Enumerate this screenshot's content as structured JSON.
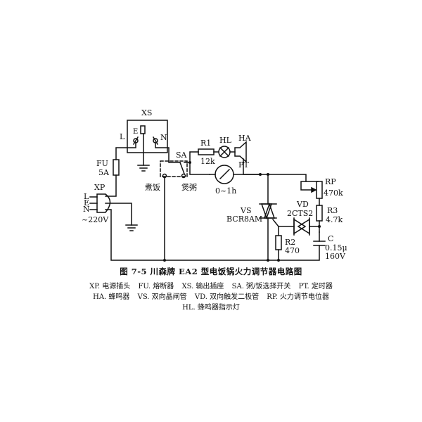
{
  "labels": {
    "xs": "XS",
    "e": "E",
    "l_top": "L",
    "n_top": "N",
    "fu": "FU",
    "fu_rating": "5A",
    "xp": "XP",
    "l_plug": "L",
    "e_plug": "E",
    "n_plug": "N",
    "voltage": "~220V",
    "sa": "SA",
    "cook": "煮饭",
    "stew": "煲粥",
    "r1": "R1",
    "r1_value": "12k",
    "hl": "HL",
    "ha": "HA",
    "pt": "PT",
    "pt_range": "0~1h",
    "rp": "RP",
    "rp_value": "470k",
    "vs": "VS",
    "vs_model": "BCR8AM",
    "vd": "VD",
    "vd_model": "2CTS2",
    "r3": "R3",
    "r3_value": "4.7k",
    "r2": "R2",
    "r2_value": "470",
    "c": "C",
    "c_value": "0.15μ",
    "c_voltage": "160V"
  },
  "caption": "图 7-5   川森牌 EA2 型电饭锅火力调节器电路图",
  "legend": [
    [
      "XP. 电源插头",
      "FU. 熔断器",
      "XS. 输出插座",
      "SA. 粥/饭选择开关",
      "PT. 定时器"
    ],
    [
      "HA. 蜂鸣器",
      "VS. 双向晶闸管",
      "VD. 双向触发二极管",
      "RP. 火力调节电位器"
    ],
    [
      "HL. 蜂鸣器指示灯"
    ]
  ]
}
